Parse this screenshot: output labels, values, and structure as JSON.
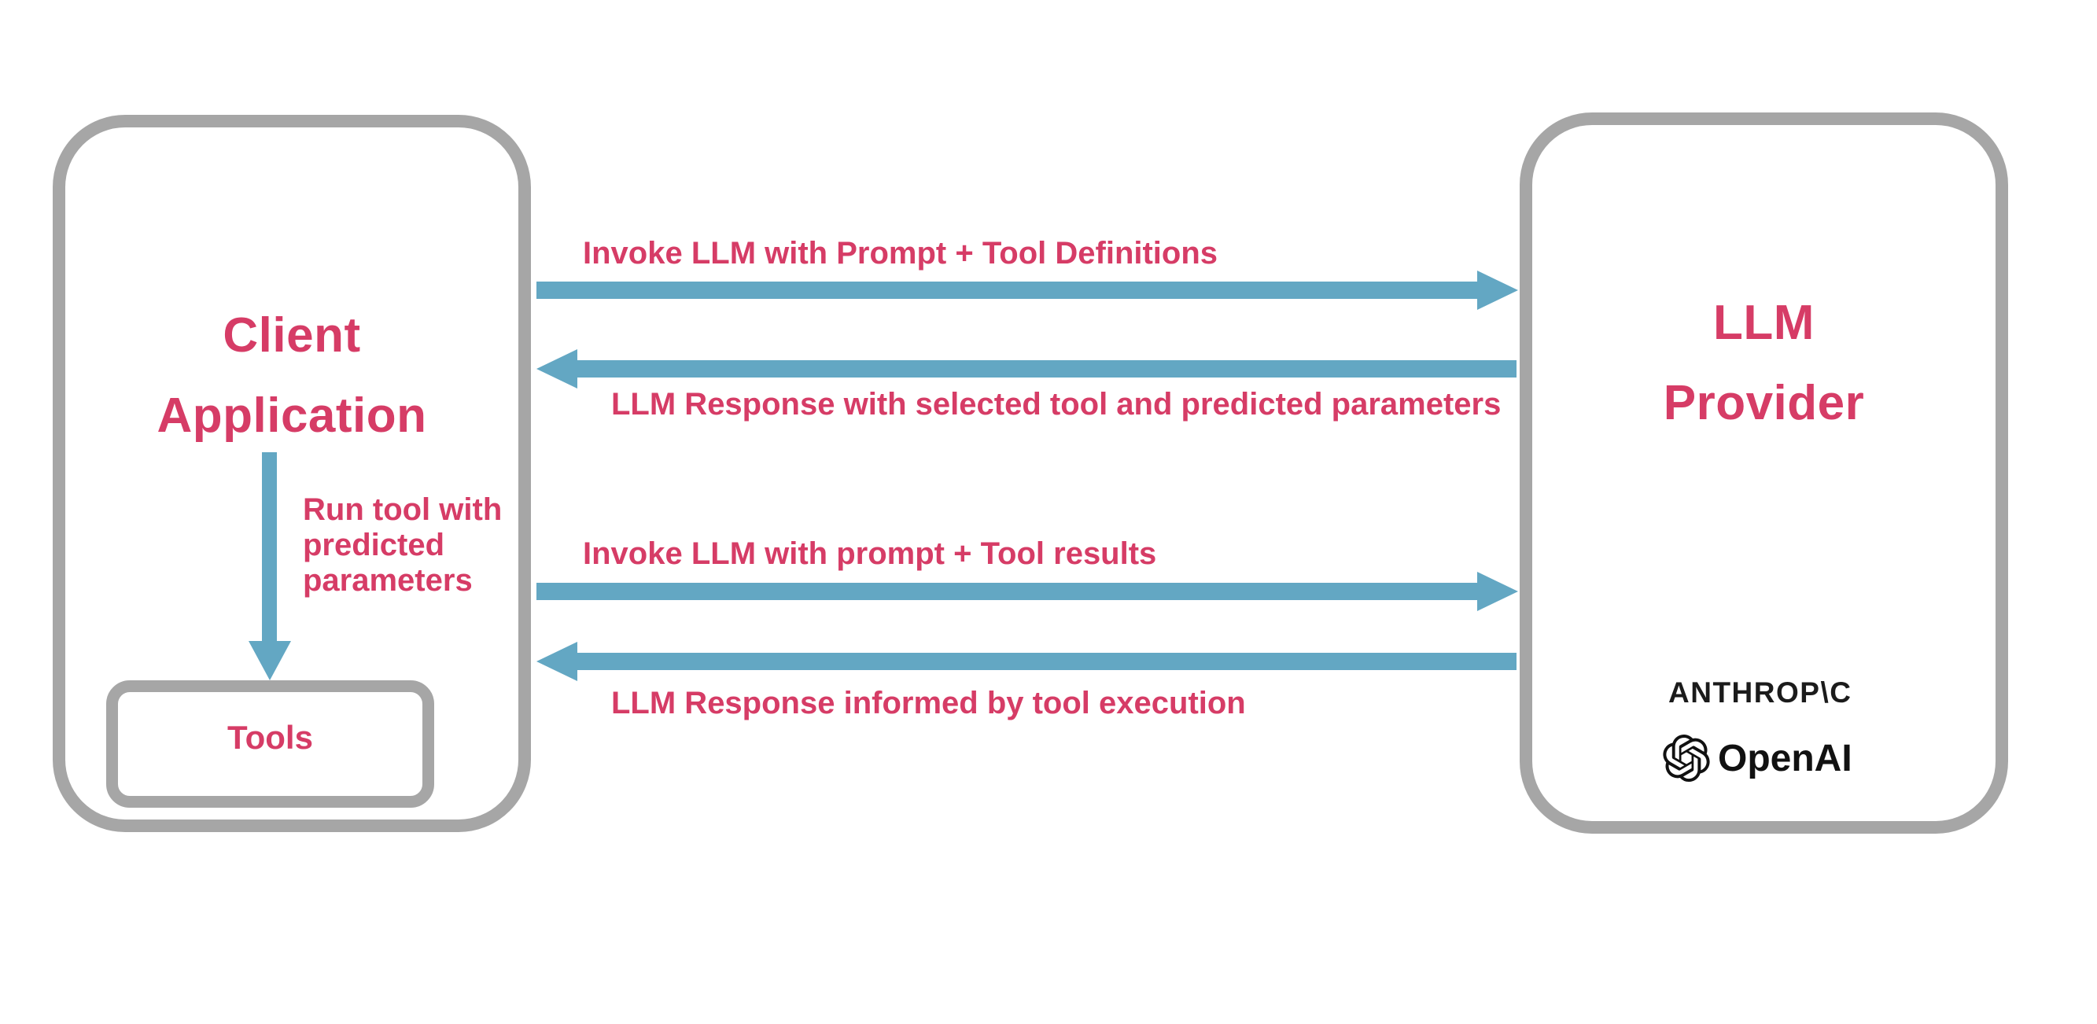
{
  "diagram": {
    "colors": {
      "accent_pink": "#d63c66",
      "arrow_blue": "#63a7c3",
      "border_gray": "#a6a6a6",
      "logo_black": "#1b1b1b"
    },
    "client_box": {
      "title": "Client Application",
      "lines": [
        "Client",
        "Application"
      ]
    },
    "llm_box": {
      "title": "LLM Provider",
      "lines": [
        "LLM",
        "Provider"
      ]
    },
    "tools_box": {
      "label": "Tools"
    },
    "flows": [
      {
        "label": "Invoke LLM with Prompt + Tool Definitions",
        "direction": "right"
      },
      {
        "label": "LLM Response with selected tool and predicted parameters",
        "direction": "left"
      },
      {
        "label": "Invoke LLM with prompt + Tool results",
        "direction": "right"
      },
      {
        "label": "LLM Response informed by tool execution",
        "direction": "left"
      }
    ],
    "internal_flow": {
      "label": "Run tool with predicted parameters",
      "lines": [
        "Run tool with",
        "predicted",
        "parameters"
      ]
    },
    "providers": {
      "anthropic_wordmark": "ANTHROP\\C",
      "openai_wordmark": "OpenAI"
    }
  }
}
